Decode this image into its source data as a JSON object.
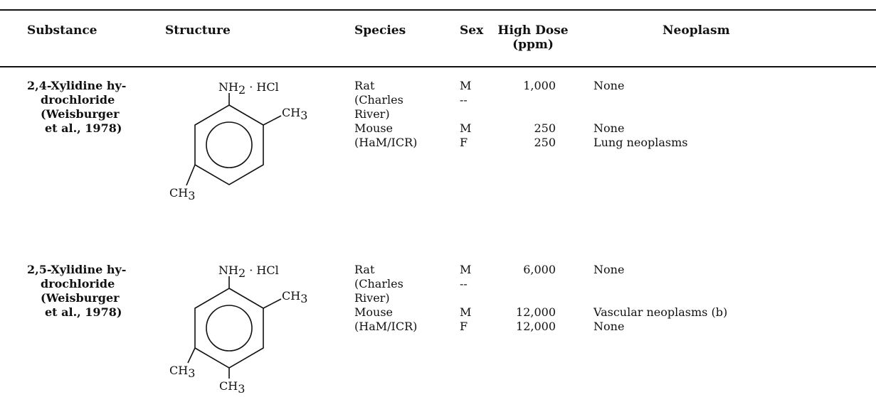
{
  "headers": {
    "substance": "Substance",
    "structure": "Structure",
    "species": "Species",
    "sex": "Sex",
    "high_dose_line1": "High Dose",
    "high_dose_line2": "(ppm)",
    "neoplasm": "Neoplasm"
  },
  "rows": [
    {
      "substance": [
        "2,4-Xylidine hy-",
        "drochloride",
        "(Weisburger",
        "et al., 1978)"
      ],
      "structure": {
        "amine": "NH",
        "amine_sub": "2",
        "salt": " · HCl",
        "methyl": "CH",
        "methyl_sub": "3"
      },
      "species": [
        "Rat",
        "(Charles",
        "River)",
        "Mouse",
        "(HaM/ICR)"
      ],
      "sex": [
        "M",
        "--",
        "",
        "M",
        "F"
      ],
      "dose": [
        "1,000",
        "",
        "",
        "250",
        "250"
      ],
      "neoplasm": [
        "None",
        "",
        "",
        "None",
        "Lung neoplasms"
      ]
    },
    {
      "substance": [
        "2,5-Xylidine hy-",
        "drochloride",
        "(Weisburger",
        "et al., 1978)"
      ],
      "structure": {
        "amine": "NH",
        "amine_sub": "2",
        "salt": " · HCl",
        "methyl": "CH",
        "methyl_sub": "3"
      },
      "species": [
        "Rat",
        "(Charles",
        "River)",
        "Mouse",
        "(HaM/ICR)"
      ],
      "sex": [
        "M",
        "--",
        "",
        "M",
        "F"
      ],
      "dose": [
        "6,000",
        "",
        "",
        "12,000",
        "12,000"
      ],
      "neoplasm": [
        "None",
        "",
        "",
        "Vascular neoplasms (b)",
        "None"
      ]
    }
  ]
}
